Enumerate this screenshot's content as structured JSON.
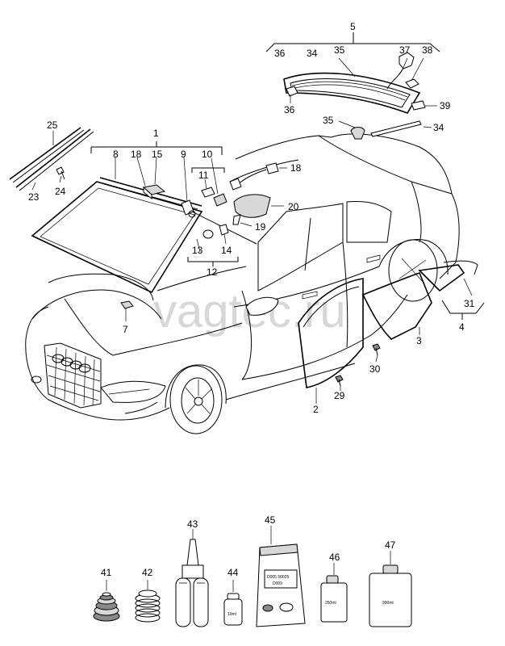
{
  "watermark": "vagtec.ru",
  "callouts": {
    "n1": "1",
    "n2": "2",
    "n3": "3",
    "n4": "4",
    "n5": "5",
    "n7": "7",
    "n8": "8",
    "n9": "9",
    "n10": "10",
    "n11": "11",
    "n12": "12",
    "n13": "13",
    "n14": "14",
    "n15": "15",
    "n18a": "18",
    "n18b": "18",
    "n19": "19",
    "n20": "20",
    "n23": "23",
    "n24": "24",
    "n25": "25",
    "n29": "29",
    "n30": "30",
    "n31": "31",
    "n34a": "34",
    "n34b": "34",
    "n35a": "35",
    "n35b": "35",
    "n36a": "36",
    "n36b": "36",
    "n37": "37",
    "n38": "38",
    "n39": "39",
    "n41": "41",
    "n42": "42",
    "n43": "43",
    "n44": "44",
    "n45": "45",
    "n46": "46",
    "n47": "47"
  },
  "container_labels": {
    "bag_l1": "D005 50025",
    "bag_l2": "D009",
    "tube": "10ml",
    "bottle_small": "250ml",
    "bottle_large": "990ml"
  }
}
